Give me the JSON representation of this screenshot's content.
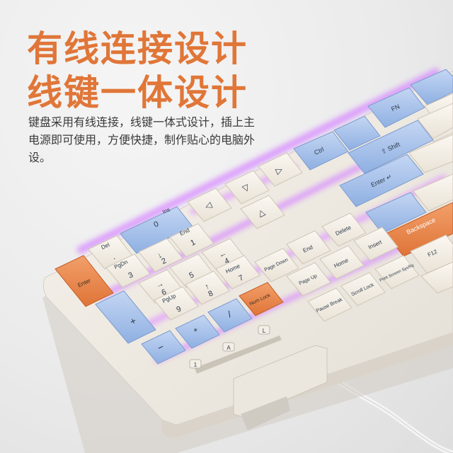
{
  "headline": {
    "line1": "有线连接设计",
    "line2": "线键一体设计"
  },
  "description": "键盘采用有线连接，线键一体式设计，插上主电源即可使用，方便快捷，制作贴心的电脑外设。",
  "colors": {
    "accent": "#e07638",
    "key_white": "#f4efe6",
    "key_blue": "#a9c4ec",
    "key_orange": "#e9844a",
    "glow": "#d27cff"
  },
  "keycaps": {
    "fn": "FN",
    "ctrl": "Ctrl",
    "shift": "⇧ Shift",
    "enter": "Enter ↵",
    "backspace": "Backspace",
    "ins": "Ins",
    "zero": "0",
    "del": "Del",
    "dot": ".",
    "end": "End",
    "pgdn": "PgDn",
    "home": "Home",
    "pgup": "PgUp",
    "num_enter": "Enter",
    "plus": "+",
    "minus": "−",
    "star": "*",
    "slash": "/",
    "numlock": "Num Lock",
    "delete": "Delete",
    "insert": "Insert",
    "end2": "End",
    "home2": "Home",
    "page_down": "Page Down",
    "page_up": "Page Up",
    "print_screen": "Print Screen SysRq",
    "scroll_lock": "Scroll Lock",
    "pause_break": "Pause Break",
    "f12": "F12",
    "n1": "1",
    "n2": "2",
    "n3": "3",
    "n4": "4",
    "n5": "5",
    "n6": "6",
    "n7": "7",
    "n8": "8",
    "n9": "9"
  },
  "indicators": [
    "1",
    "A",
    "L"
  ]
}
